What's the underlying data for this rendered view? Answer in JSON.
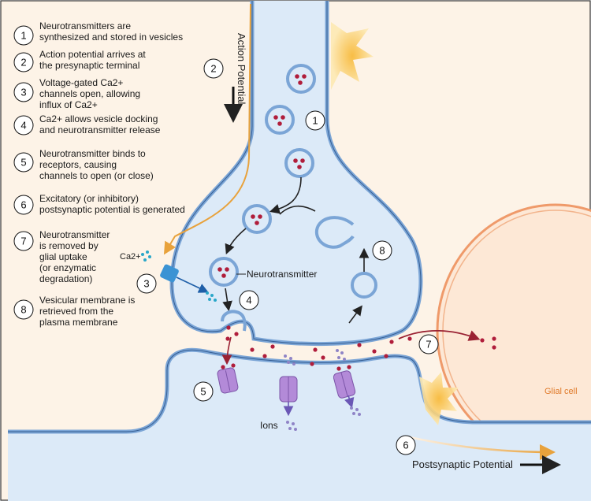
{
  "legend": [
    {
      "n": "1",
      "lines": [
        "Neurotransmitters are",
        "synthesized and stored in vesicles"
      ]
    },
    {
      "n": "2",
      "lines": [
        "Action potential arrives at",
        "the presynaptic terminal"
      ]
    },
    {
      "n": "3",
      "lines": [
        "Voltage-gated Ca2+",
        "channels open, allowing",
        "influx of Ca2+"
      ]
    },
    {
      "n": "4",
      "lines": [
        "Ca2+ allows vesicle docking",
        "and neurotransmitter release"
      ]
    },
    {
      "n": "5",
      "lines": [
        "Neurotransmitter binds to",
        "receptors, causing",
        "channels to open (or close)"
      ]
    },
    {
      "n": "6",
      "lines": [
        "Excitatory (or inhibitory)",
        "postsynaptic potential is generated"
      ]
    },
    {
      "n": "7",
      "lines": [
        "Neurotransmitter",
        "is removed by",
        "glial uptake",
        "(or enzymatic",
        "degradation)"
      ]
    },
    {
      "n": "8",
      "lines": [
        "Vesicular membrane is",
        "retrieved from the",
        "plasma membrane"
      ]
    }
  ],
  "labels": {
    "action_potential": "Action Potential",
    "ca": "Ca2+",
    "neurotransmitter": "Neurotransmitter",
    "ions": "Ions",
    "glial_cell": "Glial cell",
    "postsynaptic_potential": "Postsynaptic Potential"
  },
  "colors": {
    "background": "#fdf3e7",
    "cell_fill": "#dceaf8",
    "membrane": "#7ba5d6",
    "glial_fill": "#fde8d6",
    "glial_membrane": "#ef9a6a",
    "glial_label": "#e07a2a",
    "neurotransmitter": "#b01d3b",
    "receptor": "#9b6fc2",
    "ion": "#8f84c6",
    "calcium": "#2aa7c9",
    "axon_arrow": "#e8a23c"
  }
}
